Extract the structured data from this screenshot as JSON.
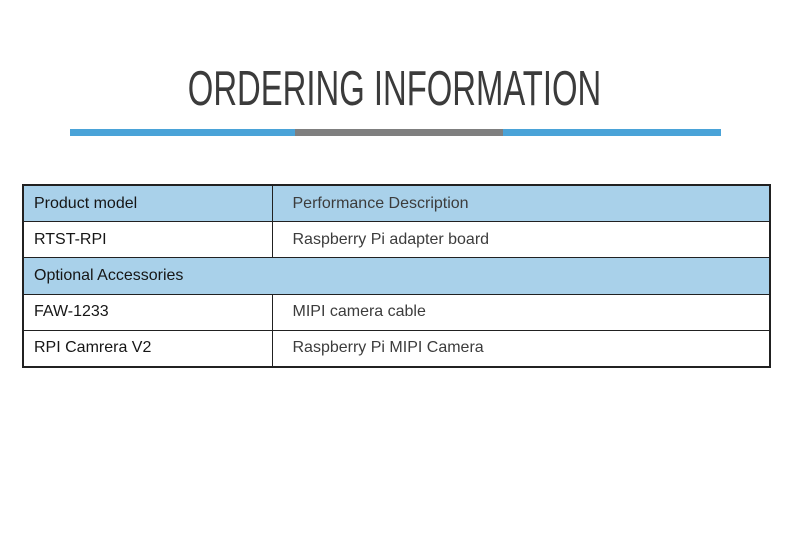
{
  "title": "ORDERING INFORMATION",
  "colors": {
    "title-text": "#3b3b3b",
    "bar-blue": "#4aa3d8",
    "bar-gray": "#7f7f7f",
    "header-blue": "#a9d1ea",
    "border": "#212121",
    "model-text": "#161616",
    "desc-text": "#3c3c3c"
  },
  "table": {
    "header": {
      "product_model": "Product model",
      "performance_description": "Performance Description"
    },
    "rows": [
      {
        "model": "RTST-RPI",
        "description": "Raspberry Pi adapter board"
      },
      {
        "model": "Optional Accessories",
        "description": ""
      },
      {
        "model": "FAW-1233",
        "description": "MIPI camera cable"
      },
      {
        "model": "RPI Camrera V2",
        "description": "Raspberry Pi MIPI Camera"
      }
    ]
  }
}
